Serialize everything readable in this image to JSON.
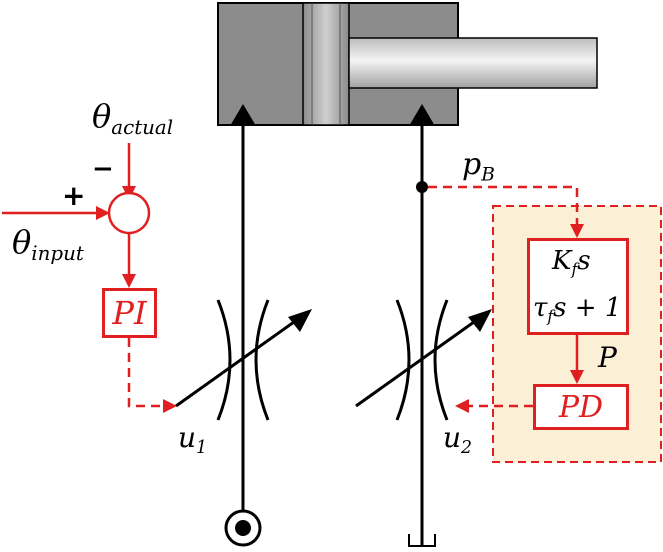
{
  "labels": {
    "theta_actual": {
      "base": "θ",
      "sub": "actual"
    },
    "theta_input": {
      "base": "θ",
      "sub": "input"
    },
    "p_b": {
      "base": "p",
      "sub": "B"
    },
    "u1": {
      "base": "u",
      "sub": "1"
    },
    "u2": {
      "base": "u",
      "sub": "2"
    },
    "p_signal": "P",
    "plus_sign": "+",
    "minus_sign": "−"
  },
  "blocks": {
    "pi": "PI",
    "pd": "PD",
    "filter": {
      "num_k": "K",
      "num_k_sub": "f",
      "num_s": "s",
      "den_tau": "τ",
      "den_tau_sub": "f",
      "den_rest": "s + 1"
    }
  },
  "colors": {
    "signal": "#e02020",
    "mechanical": "#000000",
    "cylinder_body": "#8c8c8c",
    "piston": "#a8a8a8",
    "filter_region_fill": "#fbefd6"
  }
}
